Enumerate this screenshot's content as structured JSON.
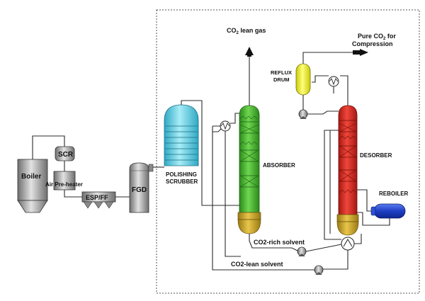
{
  "labels": {
    "co2_lean_gas_prefix": "CO",
    "co2_lean_gas_sub": "2",
    "co2_lean_gas_suffix": " lean gas",
    "pure_co2_line1_prefix": "Pure CO",
    "pure_co2_line1_sub": "2",
    "pure_co2_line1_suffix": " for",
    "pure_co2_line2": "Compression",
    "reflux_drum_line1": "REFLUX",
    "reflux_drum_line2": "DRUM",
    "absorber": "ABSORBER",
    "desorber": "DESORBER",
    "reboiler": "REBOILER",
    "polishing_scrubber_line1": "POLISHING",
    "polishing_scrubber_line2": "SCRUBBER",
    "boiler": "Boiler",
    "scr": "SCR",
    "air_preheater": "Air Pre-heater",
    "esp_ff": "ESP/FF",
    "fgd": "FGD",
    "co2_rich_solvent": "CO2-rich solvent",
    "co2_lean_solvent": "CO2-lean solvent"
  },
  "colors": {
    "absorber": "#3fae2a",
    "desorber": "#d42a1e",
    "scrubber": "#6fd3e6",
    "reflux_drum": "#f2f21a",
    "reboiler": "#2a4fd6",
    "tower_base": "#c9a227",
    "flue_gas_equipment": "#9a9a9a",
    "boundary": "#555555"
  }
}
